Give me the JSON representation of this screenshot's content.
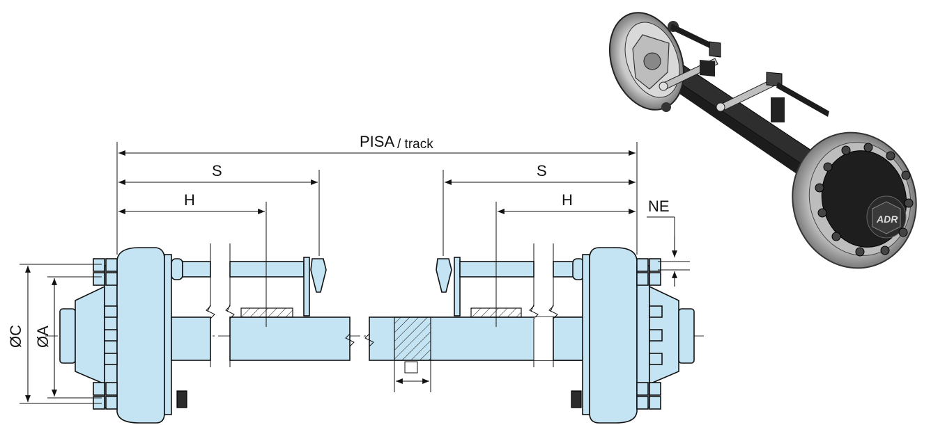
{
  "labels": {
    "pisa": "PISA",
    "track": "/ track",
    "s_left": "S",
    "s_right": "S",
    "h_left": "H",
    "h_right": "H",
    "ne": "NE",
    "dia_c": "ØC",
    "dia_a": "ØA",
    "square": "□"
  },
  "colors": {
    "part_fill": "#c5e4f3",
    "line": "#111111",
    "render_dark": "#2b2b2b"
  },
  "icons": {
    "render": "axle-3d-render-icon",
    "hub": "wheel-hub-icon",
    "bolt": "hex-bolt-icon"
  }
}
